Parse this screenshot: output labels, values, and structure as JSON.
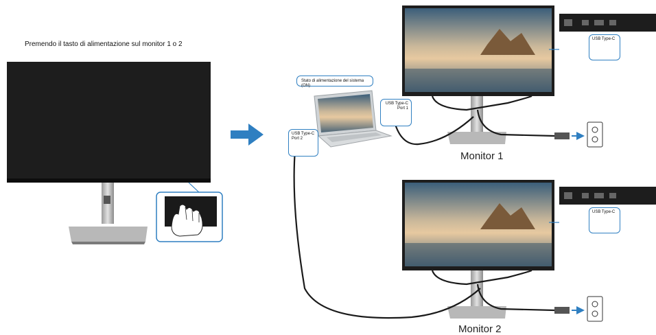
{
  "caption": "Premendo il tasto di alimentazione sul monitor 1 o 2",
  "status_bubble": "Stato di alimentazione del sistema (ON)",
  "port1_label": "USB Type-C\nPort 1",
  "port2_label": "USB Type-C\nPort 2",
  "monitor1": {
    "label": "Monitor 1",
    "port_label": "USB Type-C"
  },
  "monitor2": {
    "label": "Monitor 2",
    "port_label": "USB Type-C"
  },
  "colors": {
    "callout_border": "#2f7fc1",
    "arrow": "#2f7fc1",
    "bezel": "#1d1d1d"
  },
  "icons": [
    "arrow-right-icon",
    "power-outlet-icon",
    "usb-c-plug-icon",
    "hand-press-icon"
  ]
}
